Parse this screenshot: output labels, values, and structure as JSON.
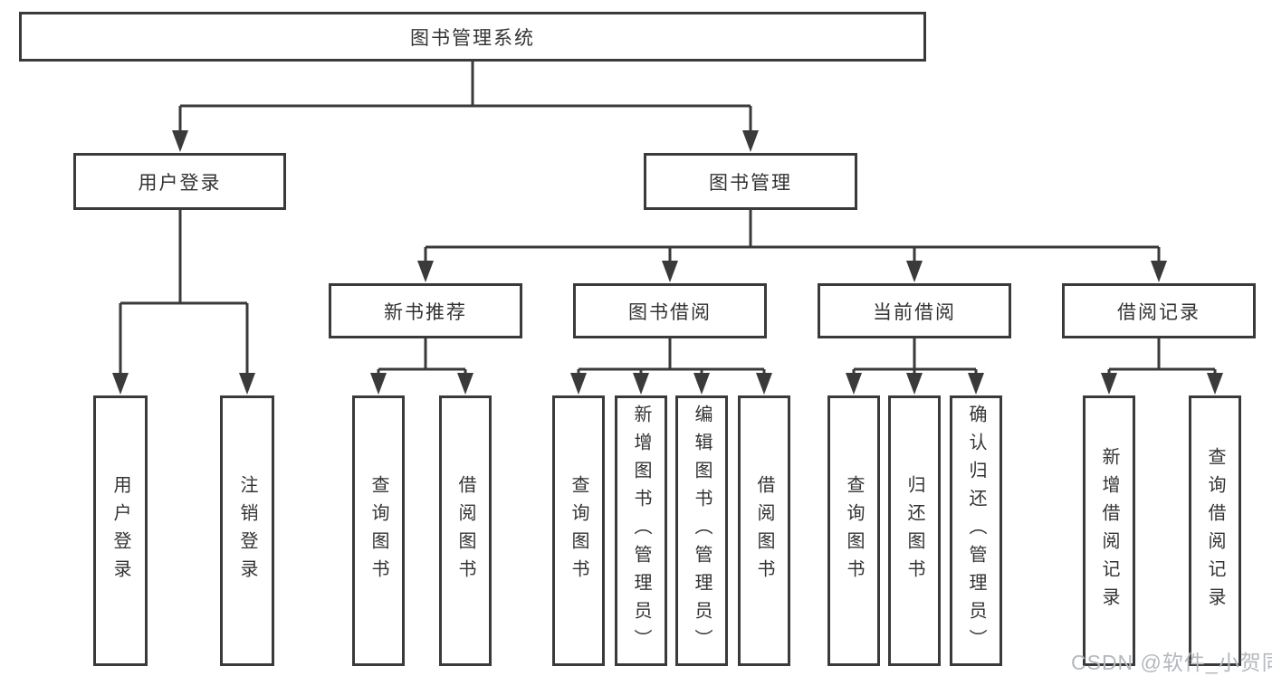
{
  "title": "图书管理系统",
  "tree": {
    "root": {
      "label": "图书管理系统"
    },
    "branches": [
      {
        "label": "用户登录",
        "leaves": [
          {
            "label": "用户登录"
          },
          {
            "label": "注销登录"
          }
        ]
      },
      {
        "label": "图书管理",
        "groups": [
          {
            "label": "新书推荐",
            "leaves": [
              {
                "label": "查询图书"
              },
              {
                "label": "借阅图书"
              }
            ]
          },
          {
            "label": "图书借阅",
            "leaves": [
              {
                "label": "查询图书"
              },
              {
                "label": "新增图书（管理员）"
              },
              {
                "label": "编辑图书（管理员）"
              },
              {
                "label": "借阅图书"
              }
            ]
          },
          {
            "label": "当前借阅",
            "leaves": [
              {
                "label": "查询图书"
              },
              {
                "label": "归还图书"
              },
              {
                "label": "确认归还（管理员）"
              }
            ]
          },
          {
            "label": "借阅记录",
            "leaves": [
              {
                "label": "新增借阅记录"
              },
              {
                "label": "查询借阅记录"
              }
            ]
          }
        ]
      }
    ]
  },
  "watermark": {
    "text": "CSDN @软件_小贺同学"
  },
  "colors": {
    "line": "#3a3a3a",
    "box_border": "#3a3a3a",
    "box_bg": "#ffffff",
    "text": "#333333",
    "watermark": "#b4b8be"
  }
}
